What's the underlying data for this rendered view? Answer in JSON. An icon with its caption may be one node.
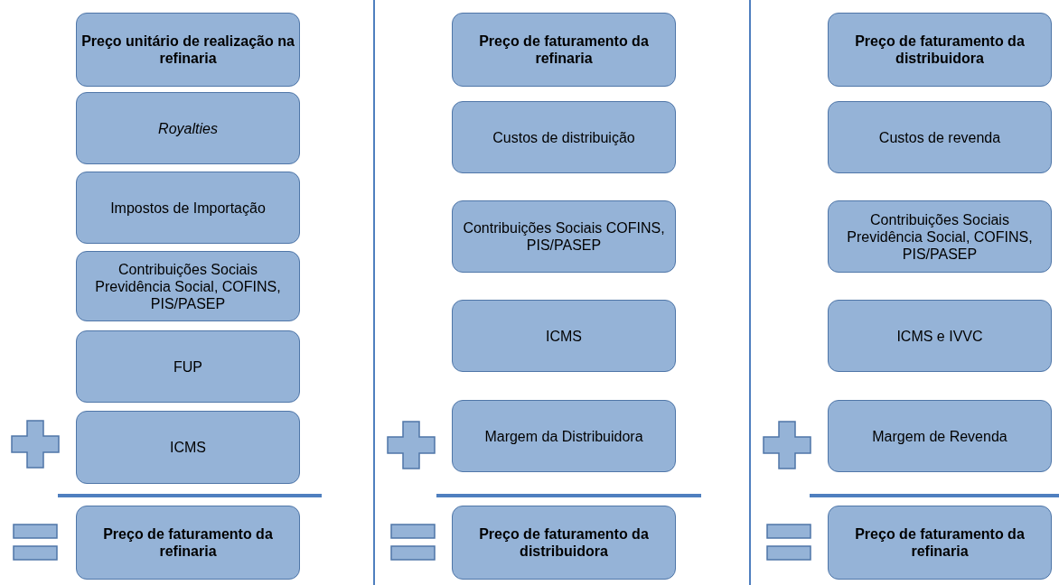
{
  "diagram": {
    "nodes": [
      {
        "text": [
          "Preço unitário de realização na refinaria"
        ]
      },
      {
        "text": [
          "Royalties"
        ]
      },
      {
        "text": [
          "Impostos de Importação"
        ]
      },
      {
        "text": [
          "Contribuições Sociais Previdência Social, COFINS, PIS/PASEP"
        ]
      },
      {
        "text": [
          "FUP"
        ]
      },
      {
        "text": [
          "ICMS"
        ]
      },
      {
        "text": [
          "Preço de faturamento da refinaria"
        ]
      },
      {
        "text": [
          "Preço de faturamento da refinaria"
        ]
      },
      {
        "text": [
          "Custos de distribuição"
        ]
      },
      {
        "text": [
          "Contribuições Sociais COFINS, PIS/PASEP"
        ]
      },
      {
        "text": [
          "ICMS"
        ]
      },
      {
        "text": [
          "Margem da Distribuidora"
        ]
      },
      {
        "text": [
          "Preço de faturamento da distribuidora"
        ]
      },
      {
        "text": [
          "Preço de faturamento da distribuidora"
        ]
      },
      {
        "text": [
          "Custos de revenda"
        ]
      },
      {
        "text": [
          "Contribuições Sociais Previdência Social, COFINS, PIS/PASEP"
        ]
      },
      {
        "text": [
          "ICMS e IVVC"
        ]
      },
      {
        "text": [
          "Margem de Revenda"
        ]
      },
      {
        "text": [
          "Preço de faturamento da refinaria"
        ]
      }
    ]
  }
}
